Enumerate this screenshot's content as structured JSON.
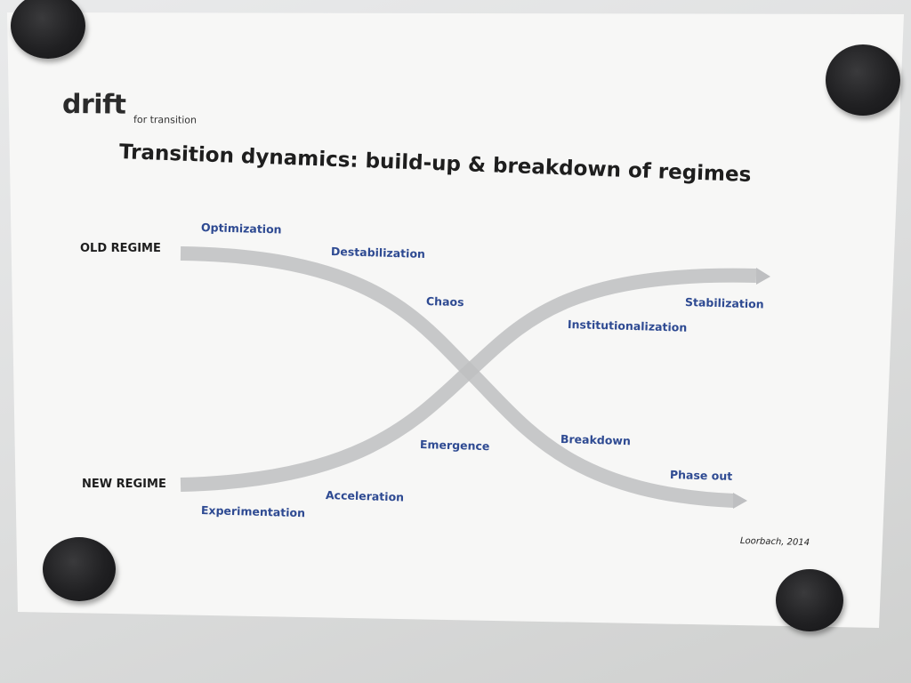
{
  "logo": {
    "wordmark": "drift",
    "tagline": "for transition"
  },
  "title": "Transition dynamics: build-up & breakdown of regimes",
  "regimes": {
    "old": "OLD REGIME",
    "new": "NEW REGIME"
  },
  "phases": {
    "optimization": "Optimization",
    "destabilization": "Destabilization",
    "chaos": "Chaos",
    "breakdown": "Breakdown",
    "phase_out": "Phase out",
    "experimentation": "Experimentation",
    "acceleration": "Acceleration",
    "emergence": "Emergence",
    "institutionalization": "Institutionalization",
    "stabilization": "Stabilization"
  },
  "credit": "Loorbach, 2014",
  "colors": {
    "curve": "#bcbdbf",
    "phase_label": "#2e4a92",
    "text": "#1e1e1e"
  }
}
